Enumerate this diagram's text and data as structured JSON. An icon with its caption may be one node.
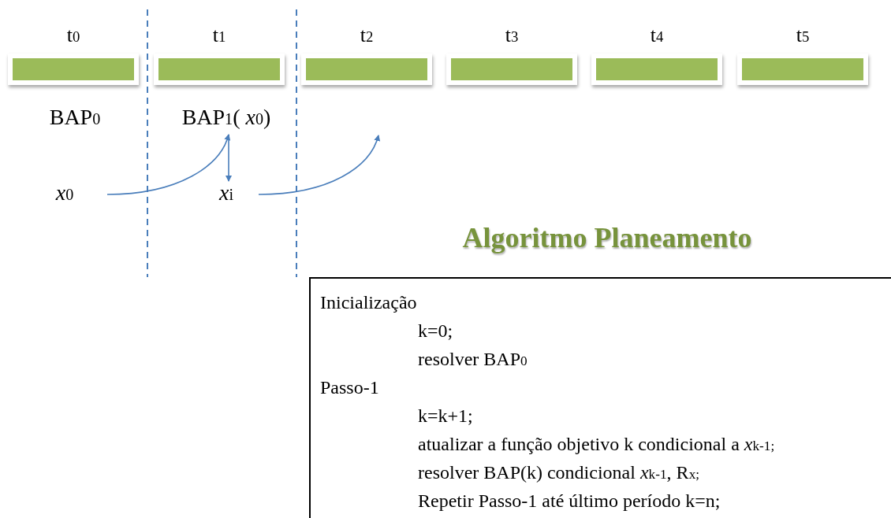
{
  "diagram": {
    "title": "Algoritmo Planeamento",
    "nodes": [
      {
        "text": [
          "t$_{0}$"
        ]
      },
      {
        "text": [
          "t$_{1}$"
        ]
      },
      {
        "text": [
          "t$_{2}$"
        ]
      },
      {
        "text": [
          "t$_{3}$"
        ]
      },
      {
        "text": [
          "t$_{4}$"
        ]
      },
      {
        "text": [
          "t$_{5}$"
        ]
      },
      {
        "text": [
          "BAP$_{1}$( *x*$_{0}$)"
        ]
      },
      {
        "text": [
          "*x*$_{0}$"
        ]
      },
      {
        "text": [
          "*x*$_{i}$"
        ]
      },
      {
        "text": [
          "Inicialização",
          "k=0;",
          "resolver BAP$_{0}$",
          "Passo-1",
          "k=k+1;",
          "atualizar a função objetivo k condicional a *x*$_{k-1;}$",
          "resolver BAP(k) condicional *x*$_{k-1}$, R$_{x;}$",
          "Repetir Passo-1 até último período k=n;"
        ]
      }
    ],
    "edges": [
      {
        "from": 7,
        "to": 6,
        "arrow": "to"
      },
      {
        "from": 6,
        "to": 8,
        "arrow": "to"
      },
      {
        "from": 8,
        "to": null,
        "arrow": "to"
      }
    ],
    "labels": [
      "BAP$_{0}$"
    ]
  }
}
